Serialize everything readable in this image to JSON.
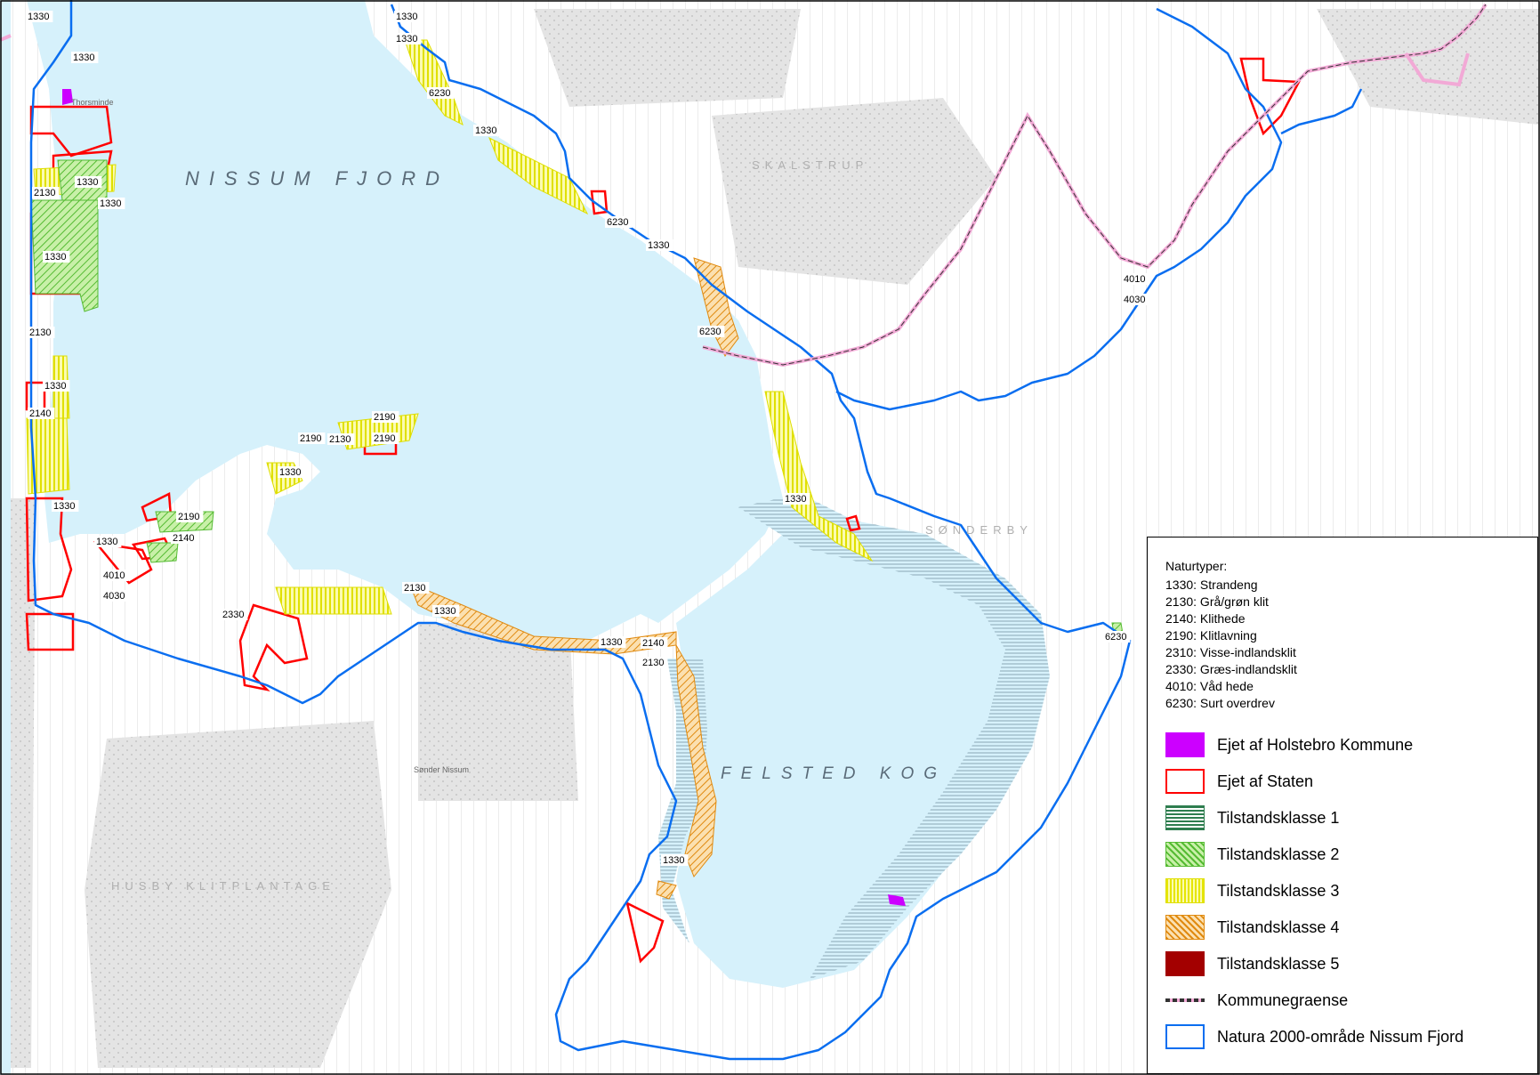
{
  "map": {
    "water_names": {
      "fjord": "NISSUM FJORD",
      "kog": "FELSTED KOG"
    },
    "place_names": {
      "skalstrup": "SKALSTRUP",
      "sonderby": "SØNDERBY",
      "husby": "HUSBY KLITPLANTAGE",
      "thorsminde": "Thorsminde",
      "sonder_nissum": "Sønder Nissum"
    },
    "habitat_code_labels": [
      "1330",
      "2130",
      "2140",
      "2190",
      "4010",
      "4030",
      "6230",
      "2330"
    ]
  },
  "legend": {
    "naturtyper_title": "Naturtyper:",
    "naturtyper": [
      "1330: Strandeng",
      "2130: Grå/grøn klit",
      "2140: Klithede",
      "2190: Klitlavning",
      "2310: Visse-indlandsklit",
      "2330: Græs-indlandsklit",
      "4010: Våd hede",
      "6230: Surt overdrev"
    ],
    "items": [
      {
        "label": "Ejet af Holstebro Kommune",
        "color": "#cc00ff",
        "icon": "purple-fill-swatch"
      },
      {
        "label": "Ejet af Staten",
        "color": "#ff0000",
        "icon": "red-outline-swatch"
      },
      {
        "label": "Tilstandsklasse 1",
        "color": "#2e7d4f",
        "icon": "dark-green-hatch-swatch"
      },
      {
        "label": "Tilstandsklasse 2",
        "color": "#66cc33",
        "icon": "green-hatch-swatch"
      },
      {
        "label": "Tilstandsklasse 3",
        "color": "#e6e600",
        "icon": "yellow-hatch-swatch"
      },
      {
        "label": "Tilstandsklasse 4",
        "color": "#e69a1a",
        "icon": "orange-hatch-swatch"
      },
      {
        "label": "Tilstandsklasse 5",
        "color": "#a30000",
        "icon": "dark-red-fill-swatch"
      },
      {
        "label": "Kommunegraense",
        "color": "#ee88cc",
        "icon": "pink-dashed-line-swatch"
      },
      {
        "label": "Natura 2000-område Nissum Fjord",
        "color": "#0a6ef0",
        "icon": "blue-outline-swatch"
      }
    ]
  },
  "colors": {
    "water": "#d6f1fb",
    "land": "#ffffff",
    "forest": "#e3e3e3",
    "natura_boundary": "#0a6ef0",
    "municipal_boundary": "#ee88cc",
    "state_owned": "#ff0000"
  }
}
